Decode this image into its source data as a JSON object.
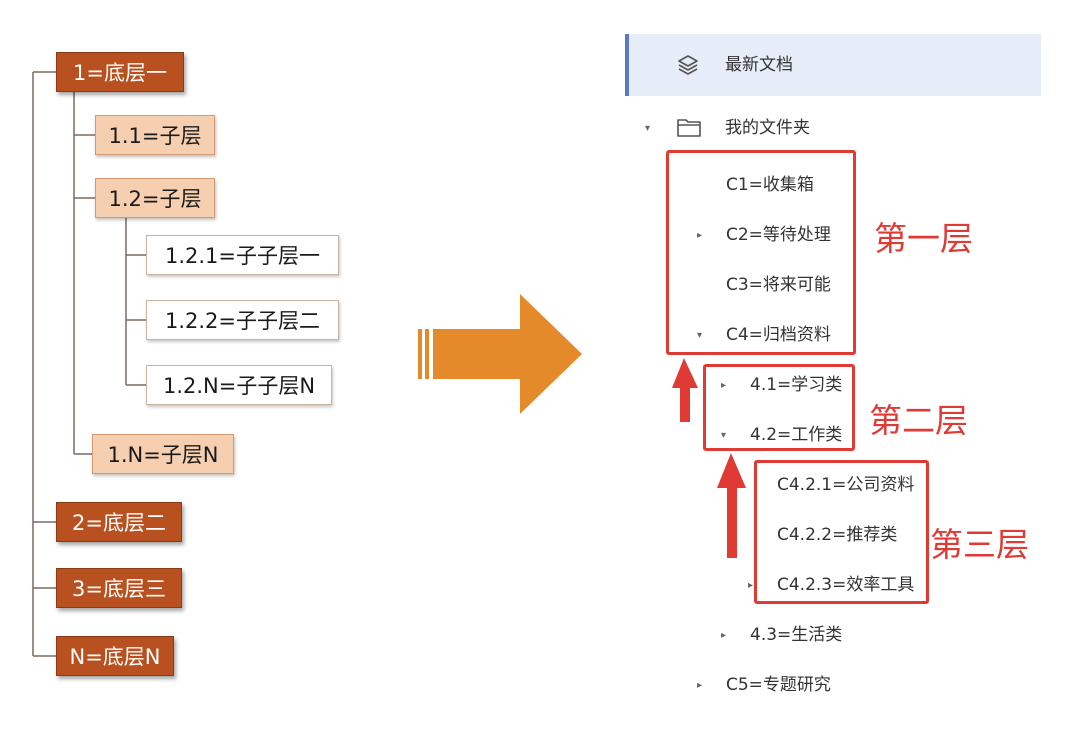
{
  "mindmap": {
    "root_nodes": [
      {
        "label": "1=底层一"
      },
      {
        "label": "2=底层二"
      },
      {
        "label": "3=底层三"
      },
      {
        "label": "N=底层N"
      }
    ],
    "children": [
      {
        "label": "1.1=子层"
      },
      {
        "label": "1.2=子层"
      },
      {
        "label": "1.N=子层N"
      }
    ],
    "grandchildren": [
      {
        "label": "1.2.1=子子层一"
      },
      {
        "label": "1.2.2=子子层二"
      },
      {
        "label": "1.2.N=子子层N"
      }
    ]
  },
  "sidebar": {
    "recent_docs": "最新文档",
    "my_folders": "我的文件夹",
    "items": [
      {
        "label": "C1=收集箱"
      },
      {
        "label": "C2=等待处理"
      },
      {
        "label": "C3=将来可能"
      },
      {
        "label": "C4=归档资料"
      },
      {
        "label": "4.1=学习类"
      },
      {
        "label": "4.2=工作类"
      },
      {
        "label": "C4.2.1=公司资料"
      },
      {
        "label": "C4.2.2=推荐类"
      },
      {
        "label": "C4.2.3=效率工具"
      },
      {
        "label": "4.3=生活类"
      },
      {
        "label": "C5=专题研究"
      }
    ]
  },
  "annotations": {
    "layer1": "第一层",
    "layer2": "第二层",
    "layer3": "第三层"
  },
  "colors": {
    "level1_fill": "#b9501f",
    "level2_fill": "#f6cfb0",
    "arrow_orange": "#e58a2a",
    "annotation_red": "#e03a34",
    "selected_bg": "#e6ecf8"
  }
}
